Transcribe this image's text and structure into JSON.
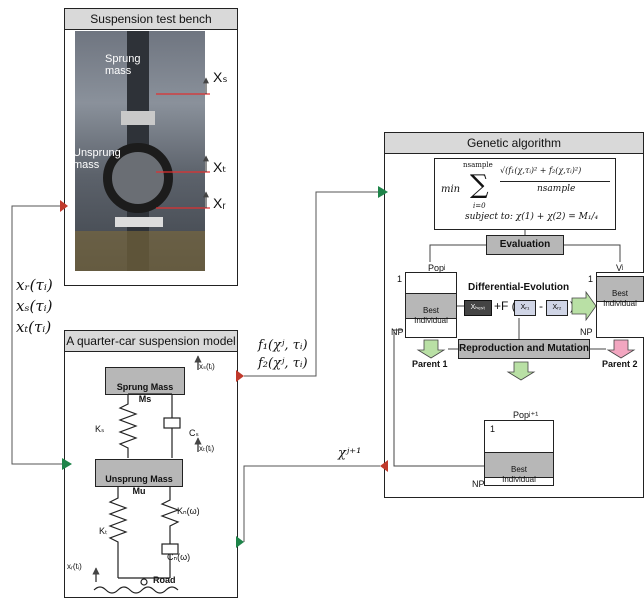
{
  "test_bench": {
    "title": "Suspension test bench",
    "sprung_mass": "Sprung mass",
    "unsprung_mass": "Unsprung mass",
    "xs": "Xₛ",
    "xt": "Xₜ",
    "xr": "Xᵣ"
  },
  "inputs": {
    "xr": "xᵣ(τᵢ)",
    "xs": "xₛ(τᵢ)",
    "xt": "xₜ(τᵢ)"
  },
  "quarter_car": {
    "title": "A quarter-car suspension model",
    "sprung_box": "Sprung Mass\nMs",
    "unsprung_box": "Unsprung Mass\nMu",
    "ks": "Kₛ",
    "cs": "Cₛ",
    "kt": "Kₜ",
    "kd": "Kₙ(ω)",
    "cd": "Cₙ(ω)",
    "xs_out": "xₛ(tᵢ)",
    "xt_out": "xₜ(tᵢ)",
    "xr_in": "xᵣ(tᵢ)",
    "road": "Road"
  },
  "outputs": {
    "f1": "f₁(χʲ, τᵢ)",
    "f2": "f₂(χʲ, τᵢ)",
    "chi_next": "χʲ⁺¹"
  },
  "ga": {
    "title": "Genetic algorithm",
    "min": "min",
    "sum_top": "nsample",
    "sum_bottom": "i=0",
    "numerator": "√(f₁(χ,τᵢ)² + f₂(χ,τᵢ)²)",
    "denominator": "nsample",
    "constraint": "subject to: χ(1) + χ(2) = M₁/₄",
    "evaluation": "Evaluation",
    "pop": "Popʲ",
    "vi": "Vʲ",
    "one_left": "1",
    "one_right": "1",
    "np_left": "NP",
    "np_right": "NP",
    "best_left": "Best\nIndividual",
    "best_right": "Best\nIndividual",
    "de_label": "Differential-Evolution",
    "xbest": "Xₕₑₛₜ",
    "plusF": "+F (",
    "xr1": "Xᵣ₁",
    "xr2": "Xᵣ₂",
    "minus": "-",
    "close": ")",
    "parent1": "Parent 1",
    "parent2": "Parent 2",
    "repro": "Reproduction and Mutation",
    "pop_next": "Popʲ⁺¹",
    "one_bottom": "1",
    "np_bottom": "NP",
    "best_bottom": "Best\nIndividual"
  },
  "colors": {
    "triangle_red": "#c0392b",
    "triangle_green": "#1e8449",
    "arrow_green": "#b9e0a5",
    "arrow_pink": "#f2a6c0"
  }
}
